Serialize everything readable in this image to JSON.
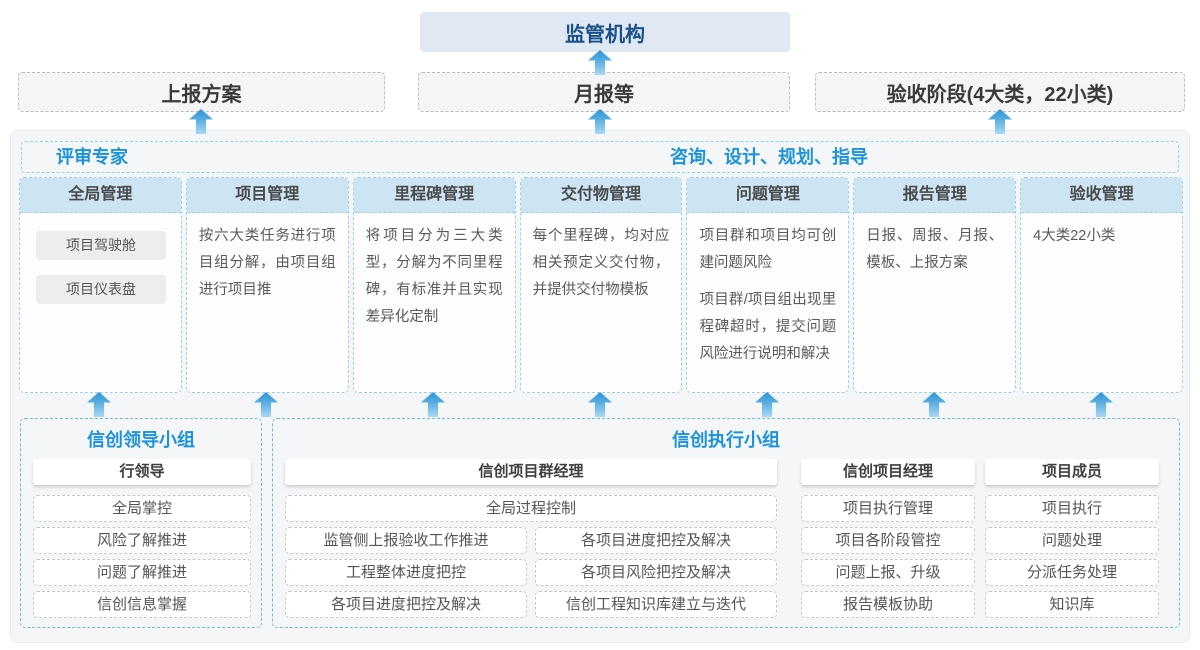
{
  "colors": {
    "accent_blue": "#1d93dc",
    "dark_blue": "#1a5188",
    "arrow_blue": "#2d95d5",
    "column_header_bg": "#cde4f2"
  },
  "top": {
    "regulator_label": "监管机构",
    "channels": [
      "上报方案",
      "月报等",
      "验收阶段(4大类，22小类)"
    ]
  },
  "platform": {
    "left_role": "评审专家",
    "right_role": "咨询、设计、规划、指导",
    "columns": [
      {
        "title": "全局管理",
        "chips": [
          "项目驾驶舱",
          "项目仪表盘"
        ]
      },
      {
        "title": "项目管理",
        "text": "按六大类任务进行项目组分解，由项目组进行项目推"
      },
      {
        "title": "里程碑管理",
        "text": "将项目分为三大类型，分解为不同里程碑，有标准并且实现差异化定制"
      },
      {
        "title": "交付物管理",
        "text": "每个里程碑，均对应相关预定义交付物，并提供交付物模板"
      },
      {
        "title": "问题管理",
        "text": "项目群和项目均可创建问题风险",
        "text2": "项目群/项目组出现里程碑超时，提交问题风险进行说明和解决"
      },
      {
        "title": "报告管理",
        "text": "日报、周报、月报、模板、上报方案"
      },
      {
        "title": "验收管理",
        "text": "4大类22小类"
      }
    ]
  },
  "groups": {
    "lead": {
      "title": "信创领导小组",
      "role": "行领导",
      "items": [
        "全局掌控",
        "风险了解推进",
        "问题了解推进",
        "信创信息掌握"
      ]
    },
    "exec": {
      "title": "信创执行小组",
      "pg_manager": {
        "role": "信创项目群经理",
        "full_item": "全局过程控制",
        "left_items": [
          "监管侧上报验收工作推进",
          "工程整体进度把控",
          "各项目进度把控及解决"
        ],
        "right_items": [
          "各项目进度把控及解决",
          "各项目风险把控及解决",
          "信创工程知识库建立与迭代"
        ]
      },
      "pm": {
        "role": "信创项目经理",
        "items": [
          "项目执行管理",
          "项目各阶段管控",
          "问题上报、升级",
          "报告模板协助"
        ]
      },
      "member": {
        "role": "项目成员",
        "items": [
          "项目执行",
          "问题处理",
          "分派任务处理",
          "知识库"
        ]
      }
    }
  }
}
